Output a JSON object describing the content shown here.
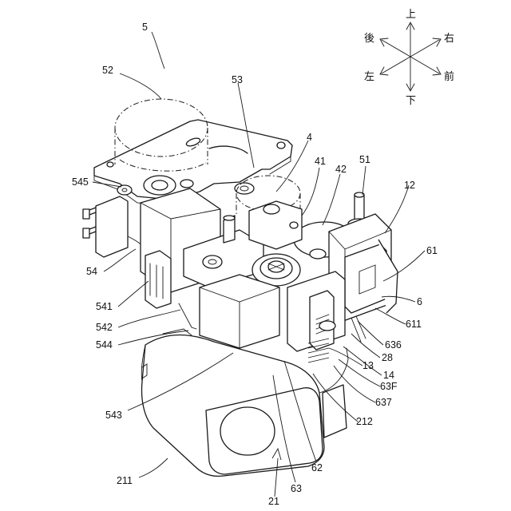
{
  "directions": {
    "up": "上",
    "down": "下",
    "left": "左",
    "right": "右",
    "front": "前",
    "back": "後"
  },
  "labels": [
    {
      "id": "5",
      "text": "5"
    },
    {
      "id": "52",
      "text": "52"
    },
    {
      "id": "53",
      "text": "53"
    },
    {
      "id": "4",
      "text": "4"
    },
    {
      "id": "41",
      "text": "41"
    },
    {
      "id": "42",
      "text": "42"
    },
    {
      "id": "51",
      "text": "51"
    },
    {
      "id": "12",
      "text": "12"
    },
    {
      "id": "545",
      "text": "545"
    },
    {
      "id": "61",
      "text": "61"
    },
    {
      "id": "54",
      "text": "54"
    },
    {
      "id": "6",
      "text": "6"
    },
    {
      "id": "541",
      "text": "541"
    },
    {
      "id": "611",
      "text": "611"
    },
    {
      "id": "542",
      "text": "542"
    },
    {
      "id": "636",
      "text": "636"
    },
    {
      "id": "544",
      "text": "544"
    },
    {
      "id": "28",
      "text": "28"
    },
    {
      "id": "13",
      "text": "13"
    },
    {
      "id": "14",
      "text": "14"
    },
    {
      "id": "63F",
      "text": "63F"
    },
    {
      "id": "637",
      "text": "637"
    },
    {
      "id": "543",
      "text": "543"
    },
    {
      "id": "212",
      "text": "212"
    },
    {
      "id": "62",
      "text": "62"
    },
    {
      "id": "211",
      "text": "211"
    },
    {
      "id": "63",
      "text": "63"
    },
    {
      "id": "21",
      "text": "21"
    }
  ]
}
